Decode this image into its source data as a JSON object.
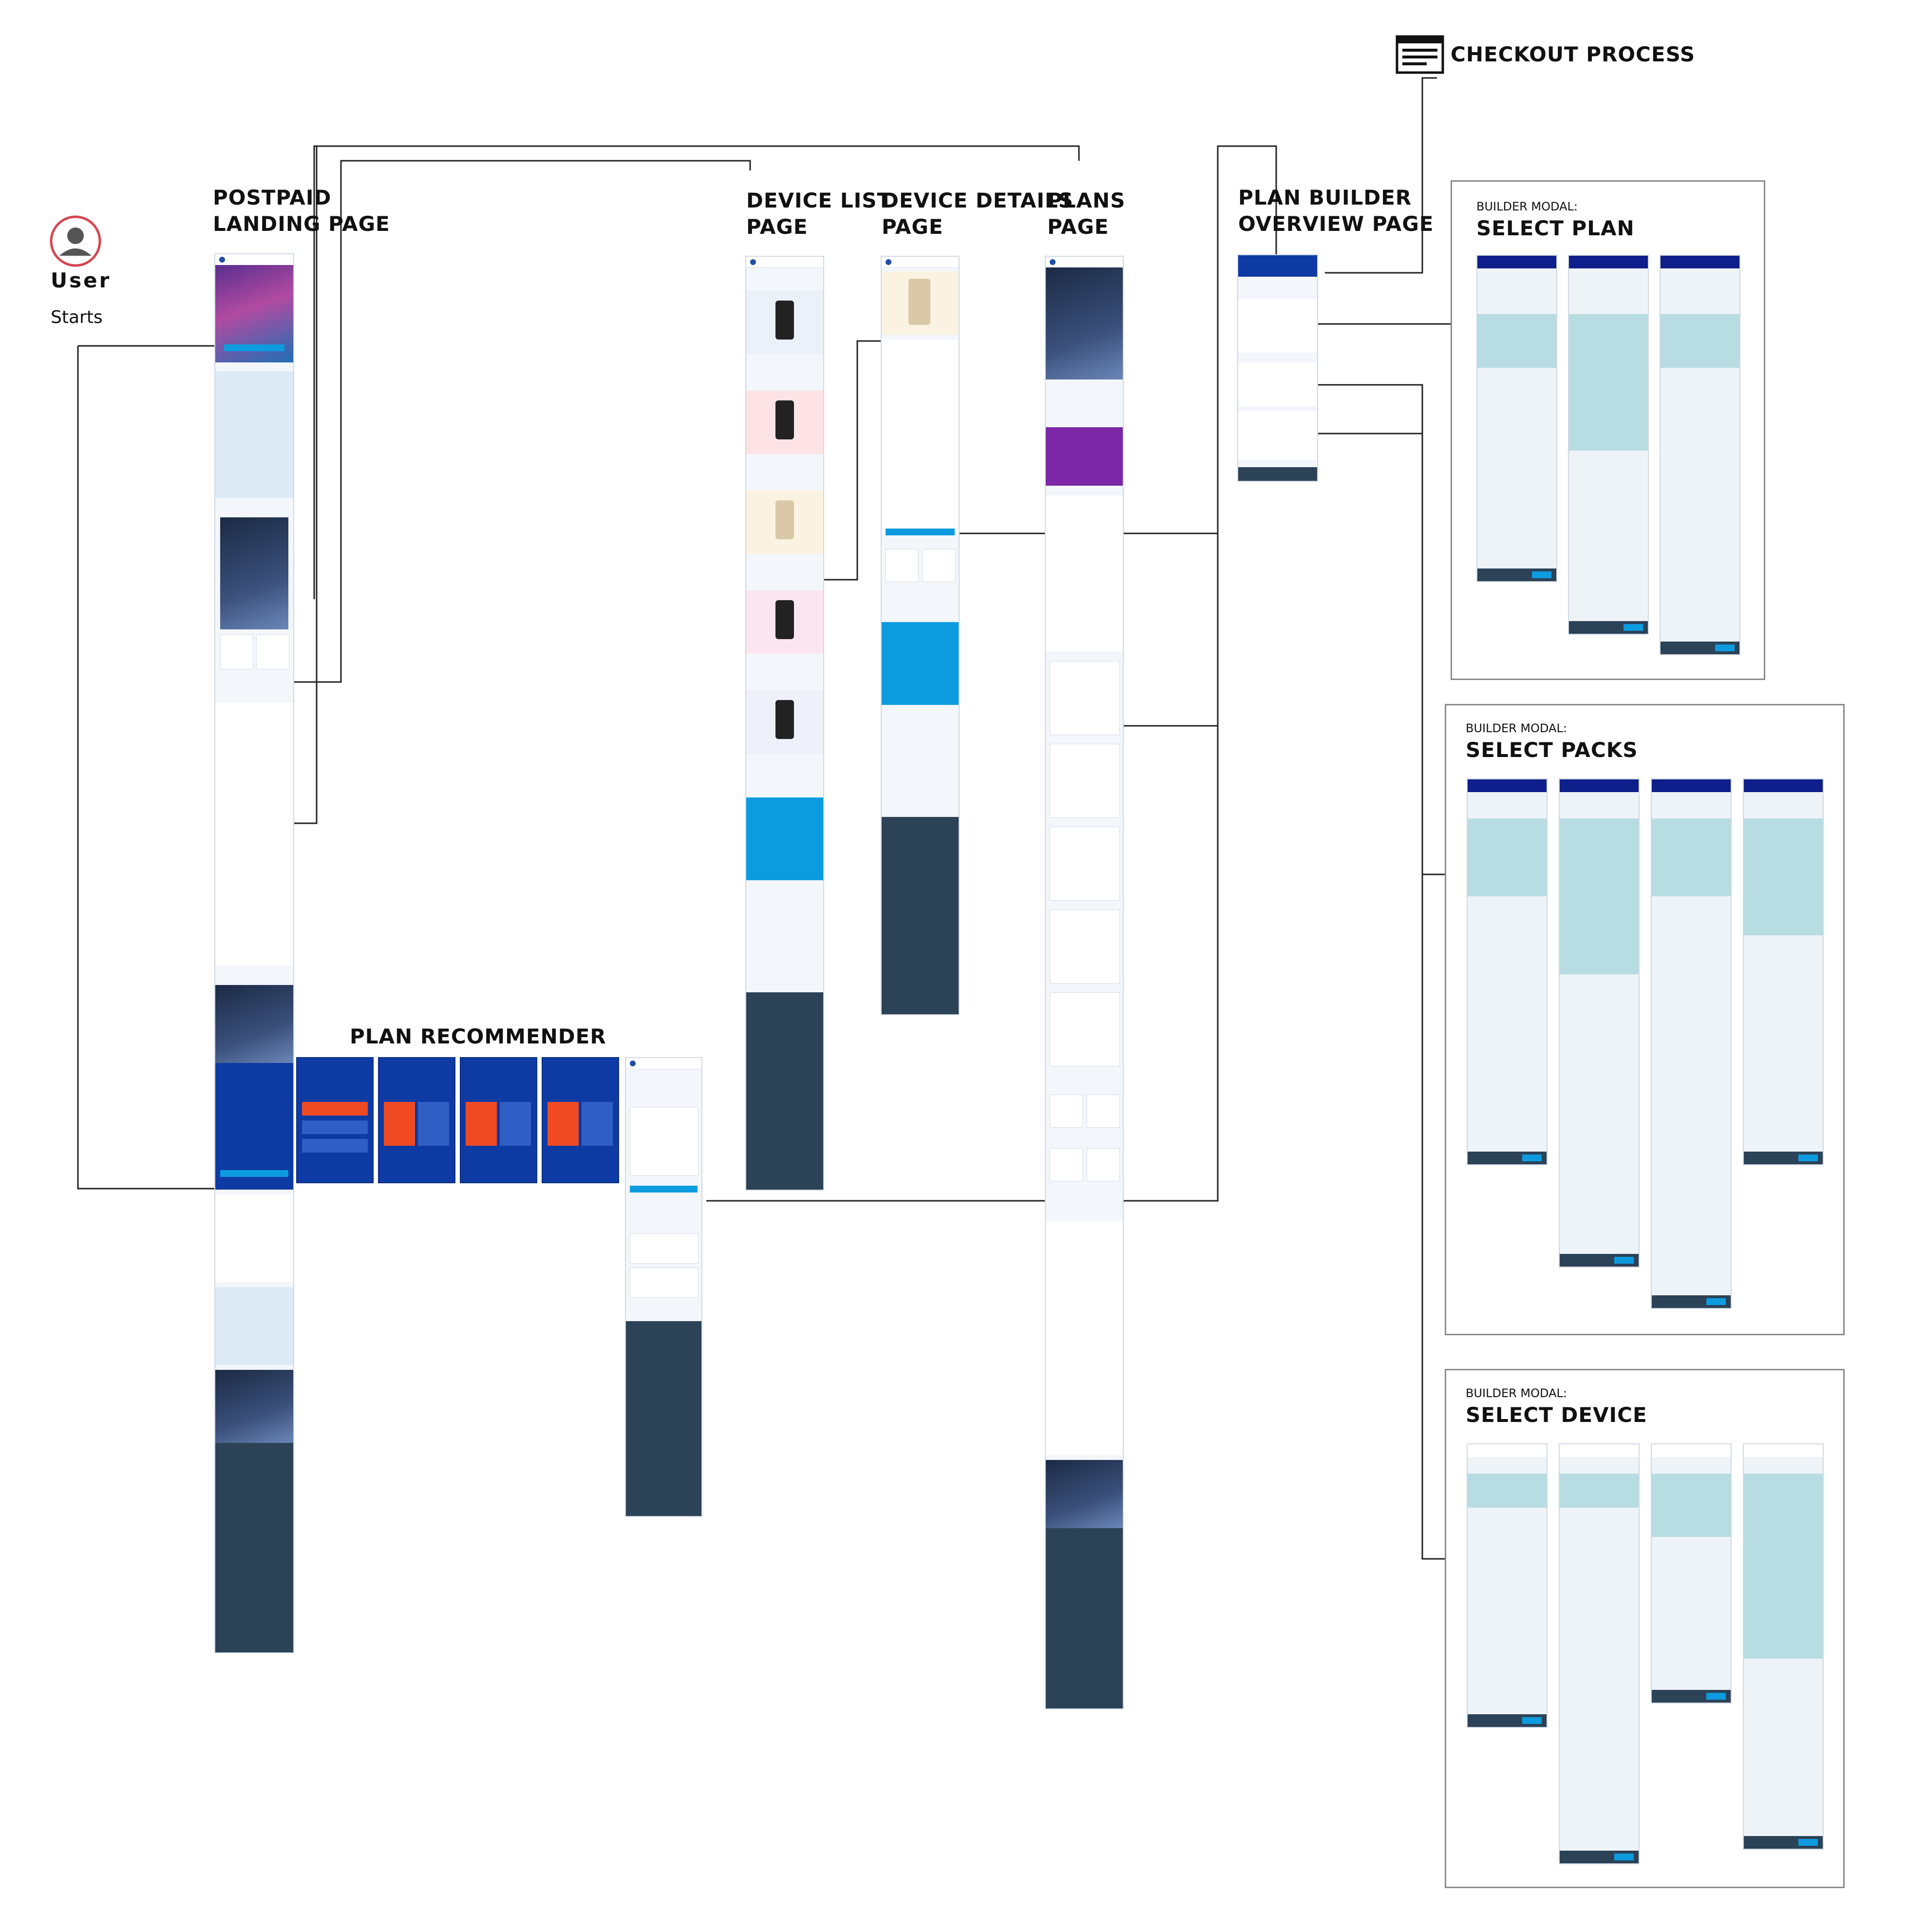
{
  "user": {
    "label": "User",
    "starts": "Starts"
  },
  "sections": {
    "postpaid_landing": {
      "line1": "POSTPAID",
      "line2": "LANDING PAGE"
    },
    "device_list": {
      "line1": "DEVICE LIST",
      "line2": "PAGE"
    },
    "device_details": {
      "line1": "DEVICE DETAILS",
      "line2": "PAGE"
    },
    "plans": {
      "line1": "PLANS",
      "line2": "PAGE"
    },
    "plan_builder": {
      "line1": "PLAN BUILDER",
      "line2": "OVERVIEW PAGE"
    },
    "checkout": {
      "title": "CHECKOUT PROCESS"
    },
    "plan_recommender": {
      "title": "PLAN RECOMMENDER"
    }
  },
  "modals": {
    "select_plan": {
      "kicker": "BUILDER MODAL:",
      "title": "SELECT PLAN"
    },
    "select_packs": {
      "kicker": "BUILDER MODAL:",
      "title": "SELECT PACKS"
    },
    "select_device": {
      "kicker": "BUILDER MODAL:",
      "title": "SELECT DEVICE"
    }
  },
  "colors": {
    "brand": "#0e3aa3",
    "accent": "#0d9be0",
    "footer": "#2b4257",
    "user_ring": "#d64550",
    "teal": "#b7dde2"
  },
  "icons": {
    "user": "user-icon",
    "checkout": "browser-window-icon"
  }
}
